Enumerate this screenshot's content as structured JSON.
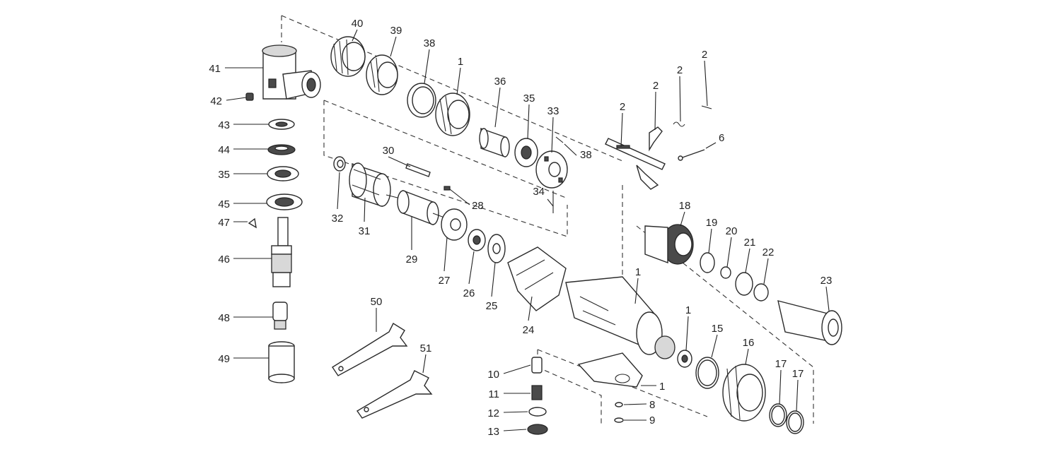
{
  "diagram": {
    "labels": [
      "40",
      "39",
      "38",
      "1",
      "36",
      "35",
      "33",
      "38",
      "2",
      "2",
      "2",
      "2",
      "6",
      "41",
      "42",
      "43",
      "44",
      "35",
      "45",
      "47",
      "46",
      "48",
      "49",
      "30",
      "32",
      "31",
      "28",
      "29",
      "27",
      "26",
      "25",
      "24",
      "34",
      "18",
      "19",
      "20",
      "21",
      "22",
      "23",
      "1",
      "1",
      "15",
      "16",
      "17",
      "17",
      "50",
      "51",
      "10",
      "11",
      "12",
      "13",
      "1",
      "8",
      "9"
    ]
  },
  "colors": {
    "ink": "#2a2a2a",
    "background": "#ffffff"
  }
}
